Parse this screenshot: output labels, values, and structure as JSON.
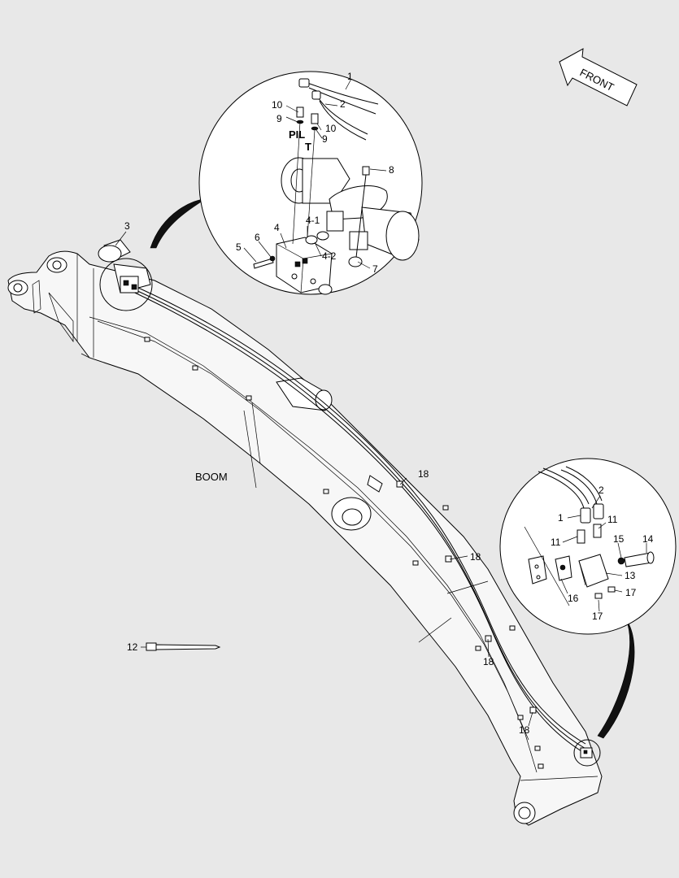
{
  "direction_label": "FRONT",
  "component_label": "BOOM",
  "pilot_port_label": "PIL",
  "tank_port_label": "T",
  "callouts": {
    "c1_top": "1",
    "c2_top": "2",
    "c10_a": "10",
    "c9_a": "9",
    "c10_b": "10",
    "c9_b": "9",
    "c8": "8",
    "c3": "3",
    "c4": "4",
    "c4_1": "4-1",
    "c4_2": "4-2",
    "c5": "5",
    "c6": "6",
    "c7": "7",
    "c18_a": "18",
    "c18_b": "18",
    "c18_c": "18",
    "c18_d": "18",
    "c12": "12",
    "c2_bot": "2",
    "c1_bot": "1",
    "c11_a": "11",
    "c11_b": "11",
    "c15": "15",
    "c14": "14",
    "c13": "13",
    "c16": "16",
    "c17_a": "17",
    "c17_b": "17"
  },
  "colors": {
    "background": "#e8e8e8",
    "ink": "#000000",
    "fill": "#f7f7f7"
  }
}
